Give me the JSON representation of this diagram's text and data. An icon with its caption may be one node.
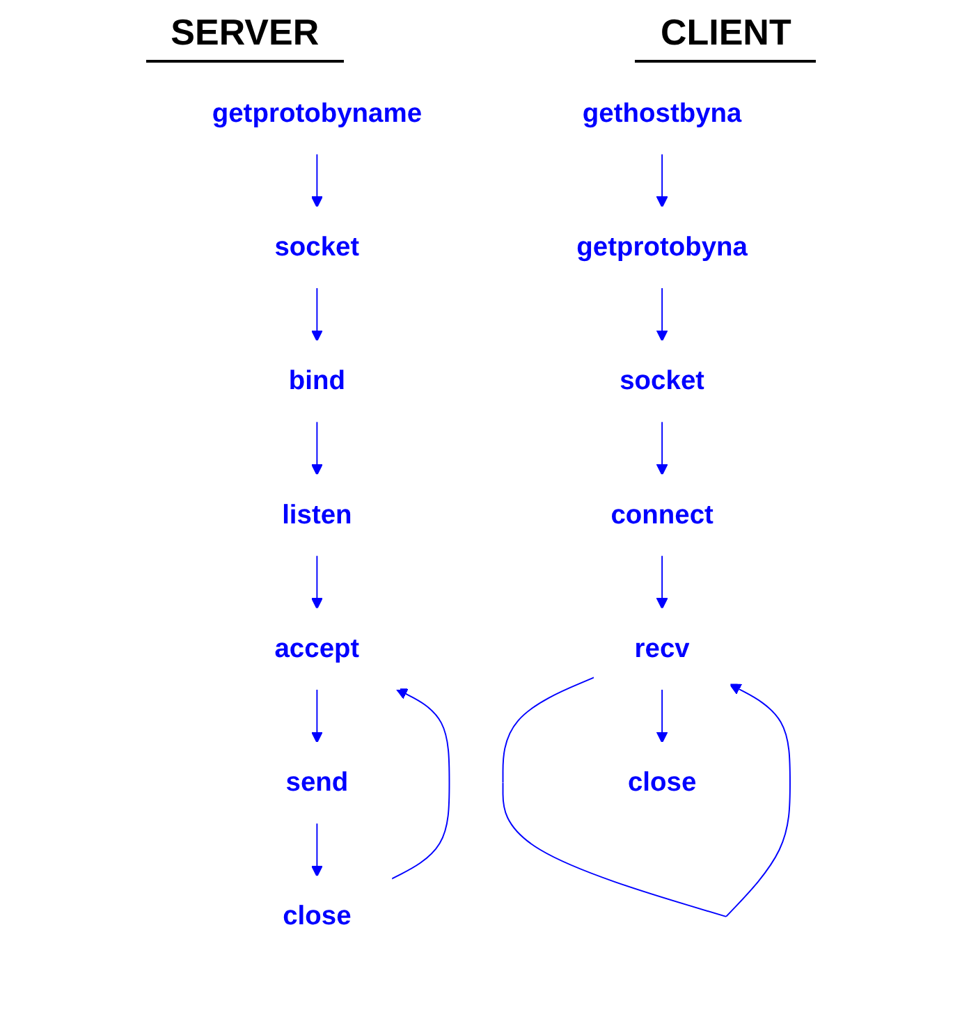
{
  "diagram": {
    "nodes": [
      {
        "text": [
          "getprotobyname"
        ]
      },
      {
        "text": [
          "socket"
        ]
      },
      {
        "text": [
          "bind"
        ]
      },
      {
        "text": [
          "listen"
        ]
      },
      {
        "text": [
          "accept"
        ]
      },
      {
        "text": [
          "send"
        ]
      },
      {
        "text": [
          "close"
        ]
      },
      {
        "text": [
          "gethostbyna"
        ]
      },
      {
        "text": [
          "getprotobyna"
        ]
      },
      {
        "text": [
          "socket"
        ]
      },
      {
        "text": [
          "connect"
        ]
      },
      {
        "text": [
          "recv"
        ]
      },
      {
        "text": [
          "close"
        ]
      }
    ],
    "edges": [
      {
        "from": 0,
        "to": 1,
        "arrow": "to"
      },
      {
        "from": 1,
        "to": 2,
        "arrow": "to"
      },
      {
        "from": 2,
        "to": 3,
        "arrow": "to"
      },
      {
        "from": 3,
        "to": 4,
        "arrow": "to"
      },
      {
        "from": 4,
        "to": 5,
        "arrow": "to"
      },
      {
        "from": 5,
        "to": 6,
        "arrow": "to"
      },
      {
        "from": 6,
        "to": 4,
        "arrow": "to"
      },
      {
        "from": 7,
        "to": 8,
        "arrow": "to"
      },
      {
        "from": 8,
        "to": 9,
        "arrow": "to"
      },
      {
        "from": 9,
        "to": 10,
        "arrow": "to"
      },
      {
        "from": 10,
        "to": 11,
        "arrow": "to"
      },
      {
        "from": 11,
        "to": 11,
        "arrow": "to"
      },
      {
        "from": 11,
        "to": 12,
        "arrow": "to"
      }
    ],
    "labels": [
      "SERVER",
      "CLIENT"
    ]
  }
}
